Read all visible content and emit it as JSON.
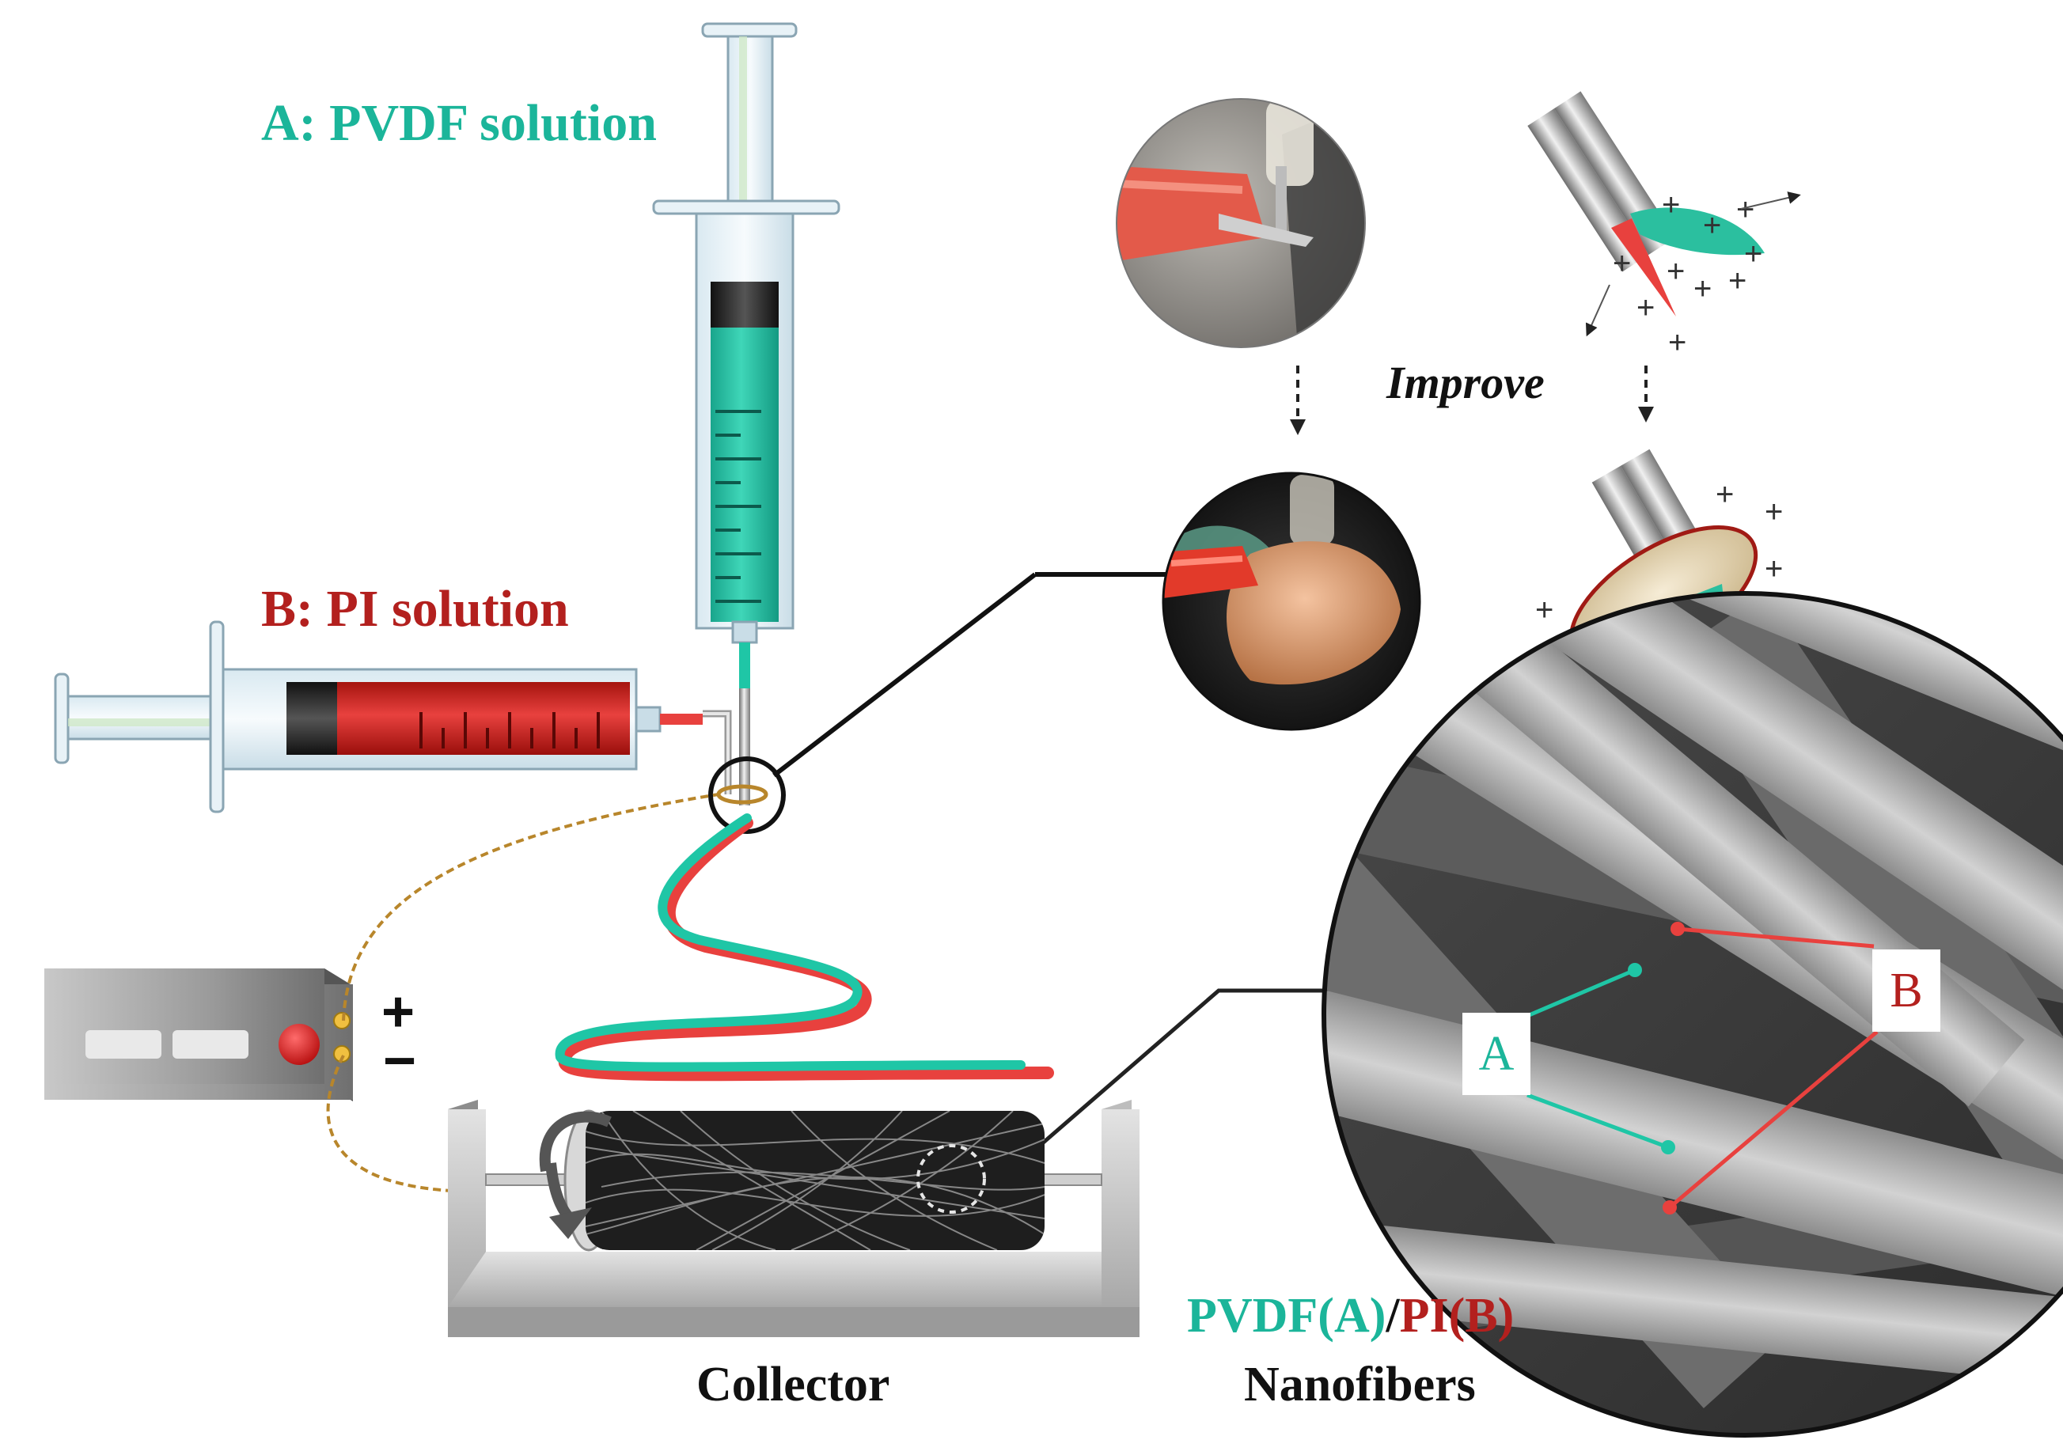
{
  "labels": {
    "syringe_a": "A: PVDF solution",
    "syringe_b": "B: PI solution",
    "improve": "Improve",
    "collector": "Collector",
    "legend_pvdf": "PVDF(A)",
    "legend_sep": "/",
    "legend_pi": "PI(B)",
    "nanofibers": "Nanofibers",
    "callout_a": "A",
    "callout_b": "B",
    "plus_sign": "+",
    "minus_sign": "−"
  },
  "colors": {
    "pvdf": "#1bb59a",
    "pi": "#b3201e",
    "jet_red": "#e8413e",
    "jet_green": "#1fc6a6",
    "wire": "#b8862b",
    "dark_line": "#111111"
  }
}
